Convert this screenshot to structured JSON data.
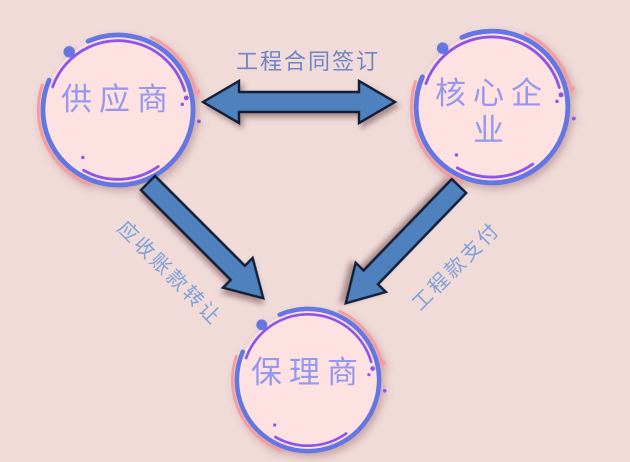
{
  "diagram": {
    "nodes": [
      {
        "id": "supplier",
        "label": "供应商"
      },
      {
        "id": "core_enterprise",
        "label": "核心企业"
      },
      {
        "id": "factor",
        "label": "保理商"
      }
    ],
    "edges": [
      {
        "id": "contract_signing",
        "label": "工程合同签订",
        "from": "供应商",
        "to": "核心企业",
        "direction": "bidirectional"
      },
      {
        "id": "receivable_transfer",
        "label": "应收账款转让",
        "from": "供应商",
        "to": "保理商",
        "direction": "one-way"
      },
      {
        "id": "project_payment",
        "label": "工程款支付",
        "from": "核心企业",
        "to": "保理商",
        "direction": "one-way"
      }
    ],
    "colors": {
      "background": "#f0dbd9",
      "node_fill": "#fde2e1",
      "node_text": "#9697ee",
      "ring_blue": "#6376e3",
      "ring_purple": "#8f55e8",
      "ring_pink": "#f79ba0",
      "arrow_fill": "#4e81bd",
      "arrow_outline": "#111e35",
      "edge_label_horizontal": "#6f84c5",
      "edge_label_diagonal": "#7fa0d8"
    }
  }
}
